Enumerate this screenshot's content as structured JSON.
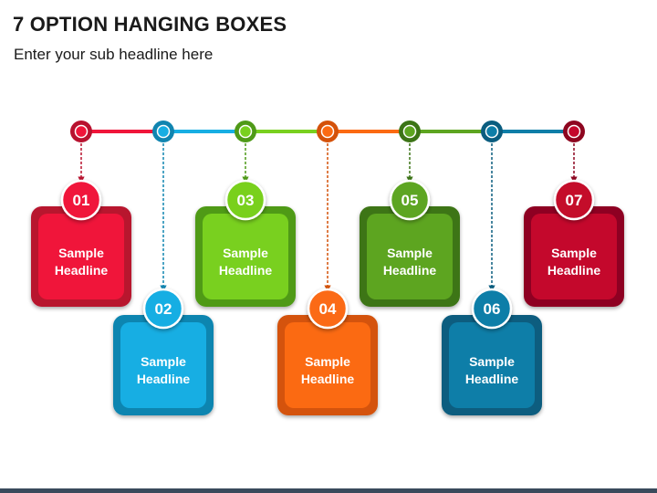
{
  "slide": {
    "title": "7 OPTION HANGING BOXES",
    "subtitle": "Enter your sub headline here"
  },
  "items": [
    {
      "number": "01",
      "label_line1": "Sample",
      "label_line2": "Headline",
      "color": "#f0153a",
      "dark": "#b8122f",
      "position": "top"
    },
    {
      "number": "02",
      "label_line1": "Sample",
      "label_line2": "Headline",
      "color": "#17aee3",
      "dark": "#1185b0",
      "position": "bottom"
    },
    {
      "number": "03",
      "label_line1": "Sample",
      "label_line2": "Headline",
      "color": "#79d01f",
      "dark": "#4f9a18",
      "position": "top"
    },
    {
      "number": "04",
      "label_line1": "Sample",
      "label_line2": "Headline",
      "color": "#fb6a12",
      "dark": "#d4520a",
      "position": "bottom"
    },
    {
      "number": "05",
      "label_line1": "Sample",
      "label_line2": "Headline",
      "color": "#5da520",
      "dark": "#3c7416",
      "position": "top"
    },
    {
      "number": "06",
      "label_line1": "Sample",
      "label_line2": "Headline",
      "color": "#0e7ea8",
      "dark": "#0a5d7f",
      "position": "bottom"
    },
    {
      "number": "07",
      "label_line1": "Sample",
      "label_line2": "Headline",
      "color": "#c4082c",
      "dark": "#8e0620",
      "position": "top"
    }
  ]
}
